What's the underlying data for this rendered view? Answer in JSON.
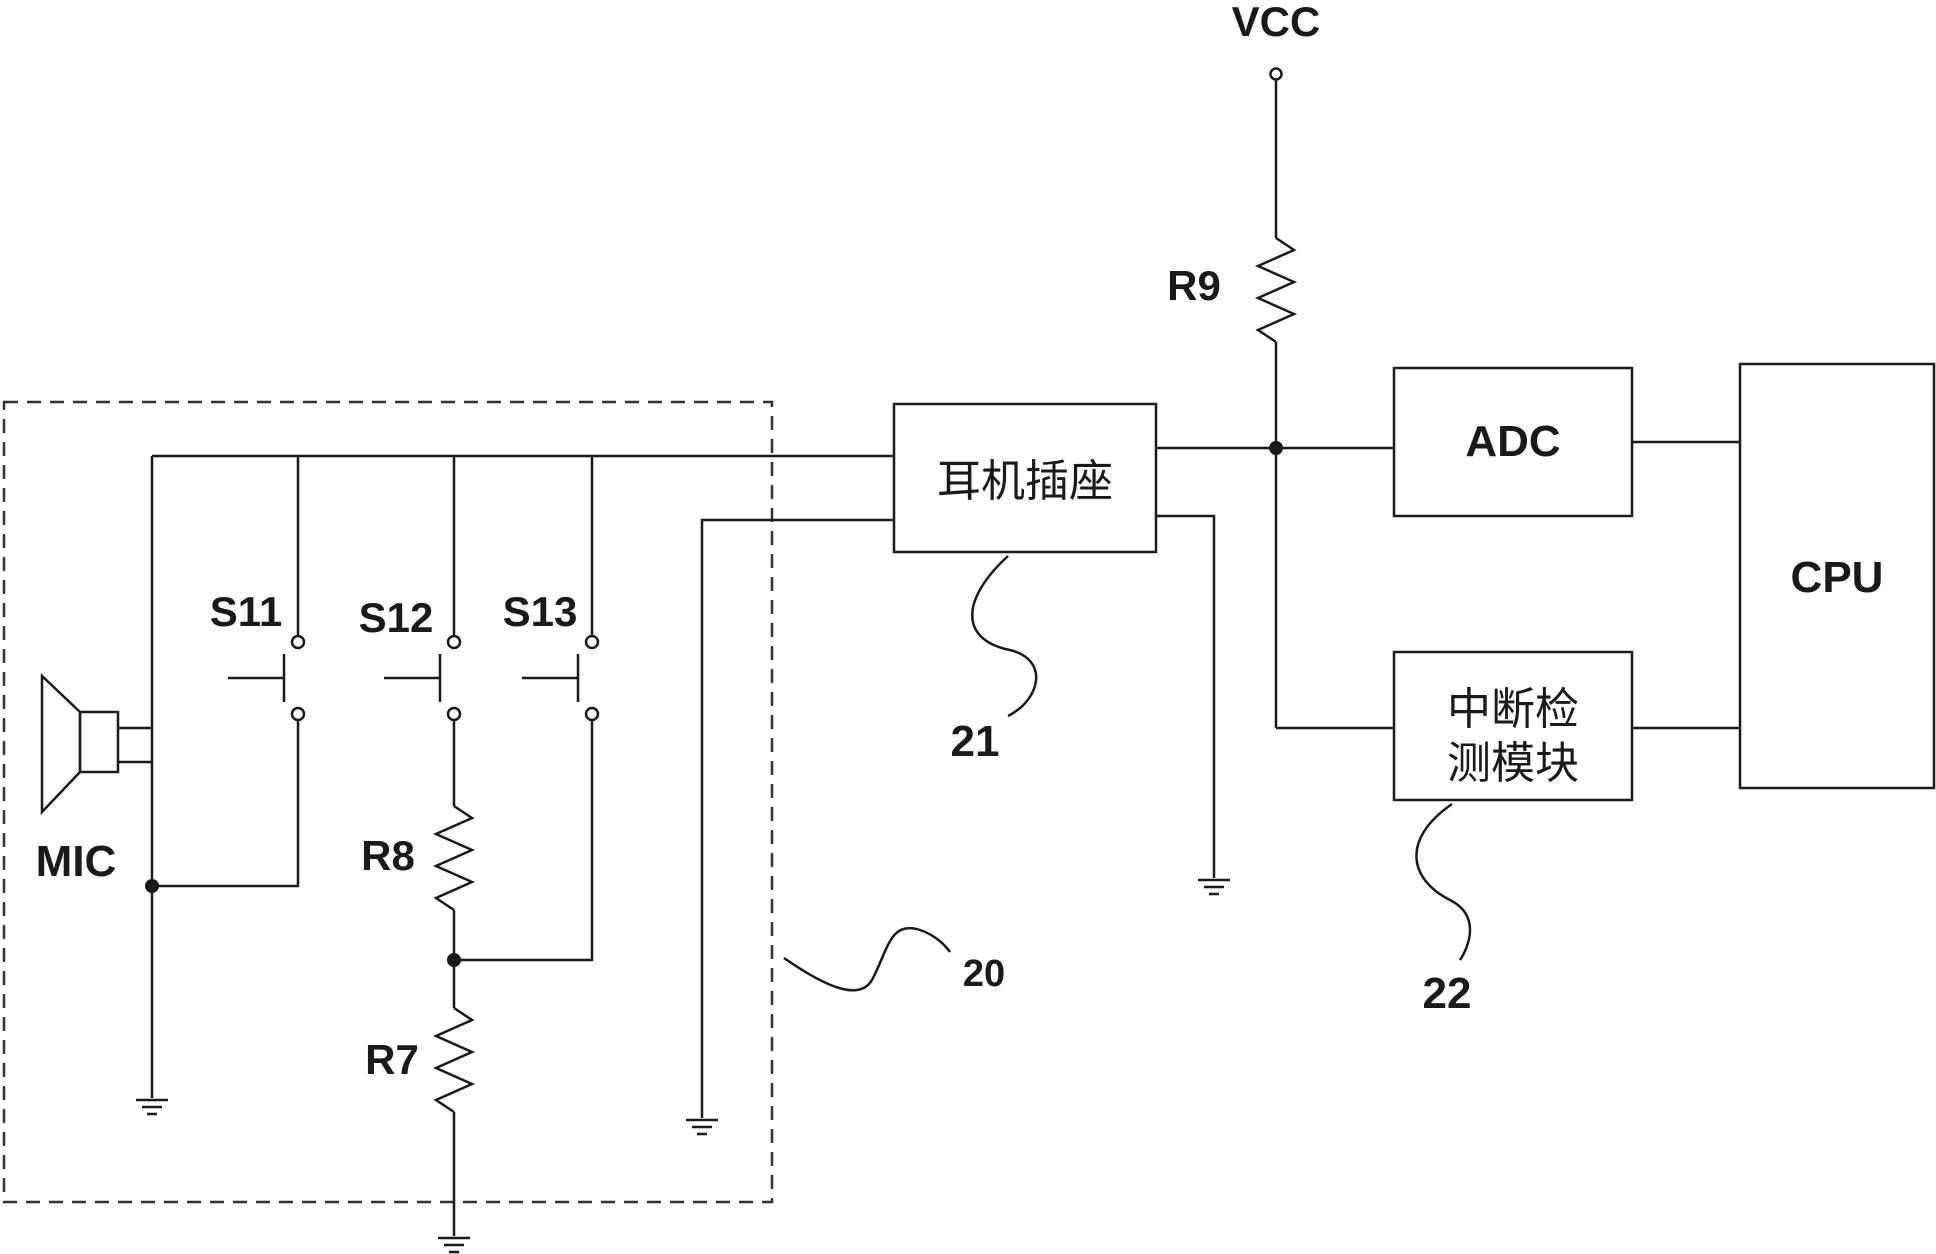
{
  "labels": {
    "vcc": "VCC",
    "r9": "R9",
    "adc": "ADC",
    "cpu": "CPU",
    "jack_line1": "耳机插座",
    "interrupt_line1": "中断检",
    "interrupt_line2": "测模块",
    "ref_21": "21",
    "ref_22": "22",
    "ref_20": "20",
    "s11": "S11",
    "s12": "S12",
    "s13": "S13",
    "mic": "MIC",
    "r8": "R8",
    "r7": "R7"
  }
}
